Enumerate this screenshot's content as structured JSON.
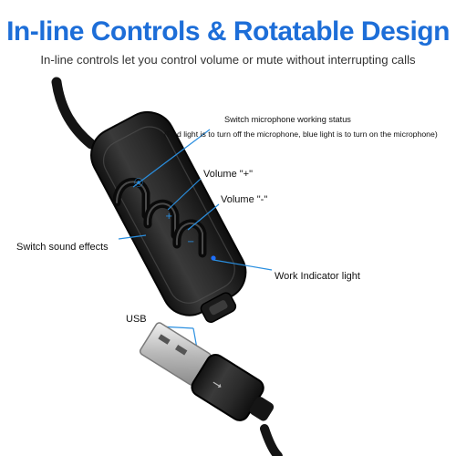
{
  "header": {
    "title": "In-line Controls & Rotatable Design",
    "subtitle": "In-line controls let you control volume or mute without interrupting calls"
  },
  "callouts": {
    "mic_status": "Switch microphone working status",
    "mic_status_detail": "(Red light is to turn off the microphone, blue light is to turn on the microphone)",
    "volume_up": "Volume \"+\"",
    "volume_down": "Volume \"-\"",
    "sound_effects": "Switch sound effects",
    "indicator": "Work Indicator light",
    "usb": "USB"
  },
  "colors": {
    "title": "#1d6ed8",
    "accent": "#2a8fe0",
    "body": "#2b2b2b",
    "indicator": "#1e6fff"
  }
}
